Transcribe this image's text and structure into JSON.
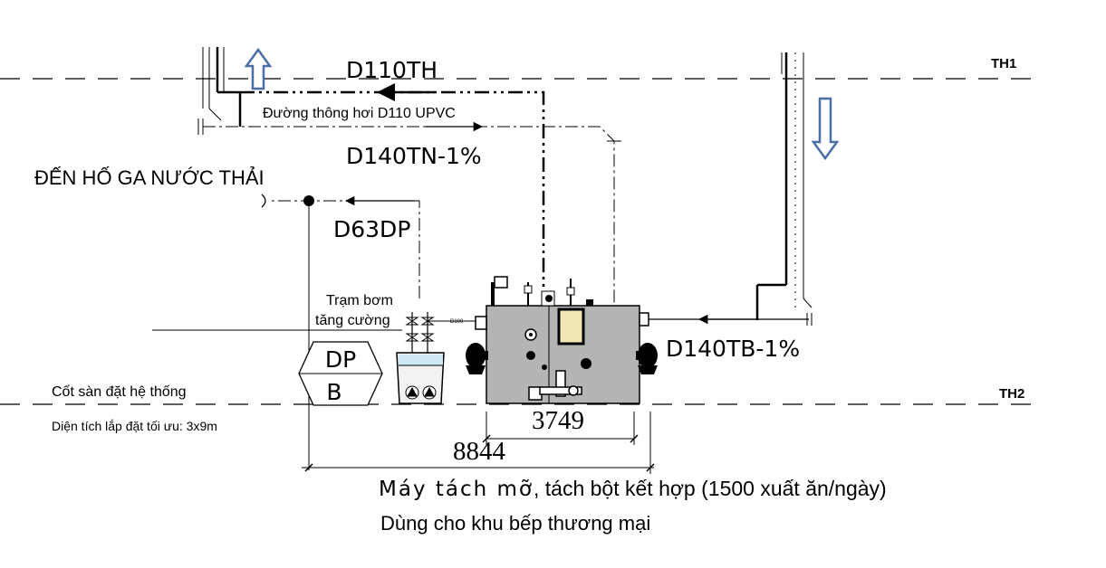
{
  "levels": {
    "top": "TH1",
    "bottom": "TH2"
  },
  "pipes": {
    "vent_top": "D110TH",
    "vent_note": "Đường thông hơi D110 UPVC",
    "inlet_top": "D140TN-1%",
    "discharge": "D63DP",
    "inlet_right": "D140TB-1%",
    "small_tag": "D100"
  },
  "labels": {
    "to_sewer": "ĐẾN HỐ GA NƯỚC THẢI",
    "pump_station_line1": "Trạm bơm",
    "pump_station_line2": "tăng cường",
    "floor_level": "Cốt sàn đặt hệ thống",
    "install_area": "Diện tích lắp đặt tối ưu: 3x9m"
  },
  "equipment": {
    "box_top": "DP",
    "box_bottom": "B"
  },
  "dimensions": {
    "unit_length": "3749",
    "total_length": "8844"
  },
  "caption": {
    "line1_part1": "Máy tách mỡ",
    "line1_part2": ", tách bột kết hợp (1500 xuất ăn/ngày)",
    "line2": "Dùng cho khu bếp thương mại"
  },
  "colors": {
    "line": "#000000",
    "arrow_outline": "#4a6fa5",
    "water": "#cfe8f5",
    "tank_fill": "#b4b4b4",
    "window": "#f3e6b5"
  }
}
